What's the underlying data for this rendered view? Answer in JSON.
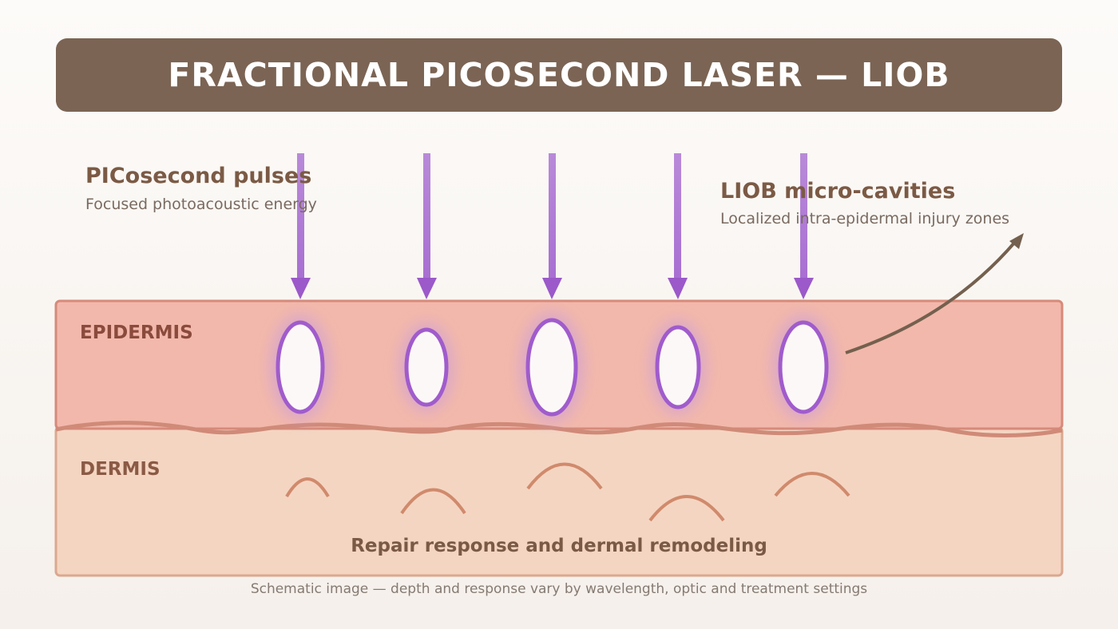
{
  "title": "FRACTIONAL PICOSECOND LASER — LIOB",
  "pulses": {
    "heading": "PICosecond pulses",
    "subtext": "Focused photoacoustic energy"
  },
  "cavities": {
    "heading": "LIOB micro-cavities",
    "subtext": "Localized intra-epidermal injury zones"
  },
  "layers": {
    "epidermis": "EPIDERMIS",
    "dermis": "DERMIS"
  },
  "repair_label": "Repair response and dermal remodeling",
  "footnote": "Schematic image — depth and response vary by wavelength, optic and treatment settings",
  "colors": {
    "header": "#7b6454",
    "epidermis": "#f2b8ab",
    "dermis": "#f4d5c2",
    "laser": "#9b59c9",
    "text_brown": "#7b5a45"
  }
}
